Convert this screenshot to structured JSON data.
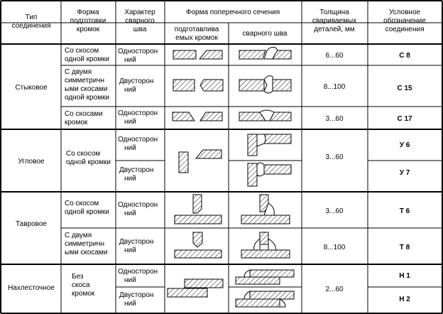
{
  "table": {
    "headers": {
      "type": [
        "Тип",
        "соединения"
      ],
      "prep": [
        "Форма",
        "подготовки",
        "кромок"
      ],
      "nature": [
        "Характер",
        "сварного",
        "шва"
      ],
      "section": "Форма поперечного сечения",
      "section_prep": [
        "подготавлива",
        "емых кромок"
      ],
      "section_weld": "сварного шва",
      "thickness": [
        "Толщина",
        "свариваемых",
        "деталей, мм"
      ],
      "designation": [
        "Условное",
        "обозначение",
        "соединения"
      ]
    },
    "groups": [
      {
        "type": "Стыковое"
      },
      {
        "type": "Угловое",
        "prep": [
          "Со скосом",
          "одной кромки"
        ],
        "thickness": "3...60"
      },
      {
        "type": "Тавровое"
      },
      {
        "type": "Нахлесточное",
        "prep": [
          "Без",
          "скоса",
          "кромок"
        ],
        "thickness": "2...60"
      }
    ],
    "rows": [
      {
        "prep": [
          "Со скосом",
          "одной кромки"
        ],
        "nature": [
          "Односторон",
          "ний"
        ],
        "thickness": "6...60",
        "code": "С 8"
      },
      {
        "prep": [
          "С двумя",
          "симметричн",
          "ыми скосами",
          "одной кромки"
        ],
        "nature": [
          "Двусторон",
          "ний"
        ],
        "thickness": "8...100",
        "code": "С 15"
      },
      {
        "prep": [
          "Со скосами",
          "кромок"
        ],
        "nature": [
          "Односторон",
          "ний"
        ],
        "thickness": "3...60",
        "code": "С 17"
      },
      {
        "nature": [
          "Односторон",
          "ний"
        ],
        "code": "У 6"
      },
      {
        "nature": [
          "Двусторон",
          "ний"
        ],
        "code": "У 7"
      },
      {
        "prep": [
          "Со скосом",
          "одной кромки"
        ],
        "nature": [
          "Односторон",
          "ний"
        ],
        "thickness": "3...60",
        "code": "Т 6"
      },
      {
        "prep": [
          "С двумя",
          "симметричн",
          "ыми скосами"
        ],
        "nature": [
          "Двусторон",
          "ний"
        ],
        "thickness": "8...100",
        "code": "Т 8"
      },
      {
        "nature": [
          "Односторон",
          "ний"
        ],
        "code": "Н 1"
      },
      {
        "nature": [
          "Двусторон",
          "ний"
        ],
        "code": "Н 2"
      }
    ]
  }
}
